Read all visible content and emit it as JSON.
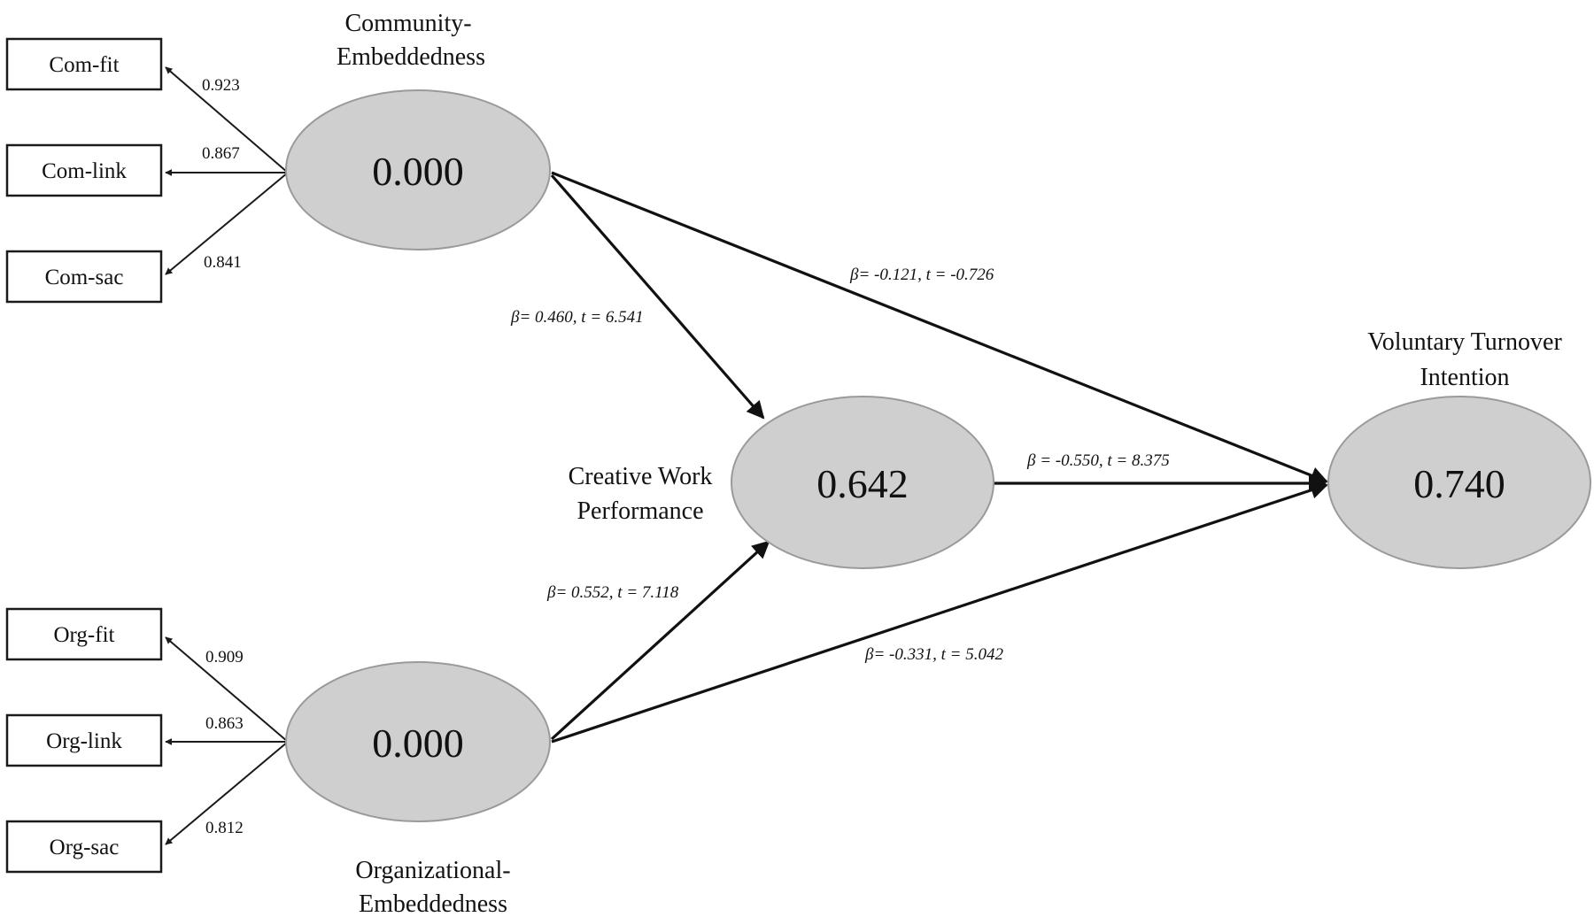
{
  "constructs": {
    "community": {
      "label_line1": "Community-",
      "label_line2": "Embeddedness",
      "value": "0.000"
    },
    "organizational": {
      "label_line1": "Organizational-",
      "label_line2": "Embeddedness",
      "value": "0.000"
    },
    "creative": {
      "label_line1": "Creative Work",
      "label_line2": "Performance",
      "value": "0.642"
    },
    "turnover": {
      "label_line1": "Voluntary Turnover",
      "label_line2": "Intention",
      "value": "0.740"
    }
  },
  "indicators": {
    "com_fit": {
      "label": "Com-fit",
      "loading": "0.923"
    },
    "com_link": {
      "label": "Com-link",
      "loading": "0.867"
    },
    "com_sac": {
      "label": "Com-sac",
      "loading": "0.841"
    },
    "org_fit": {
      "label": "Org-fit",
      "loading": "0.909"
    },
    "org_link": {
      "label": "Org-link",
      "loading": "0.863"
    },
    "org_sac": {
      "label": "Org-sac",
      "loading": "0.812"
    }
  },
  "paths": {
    "com_to_creative": "β= 0.460, t = 6.541",
    "com_to_turnover": "β= -0.121, t = -0.726",
    "creative_to_turnover": "β = -0.550, t = 8.375",
    "org_to_creative": "β= 0.552, t = 7.118",
    "org_to_turnover": "β= -0.331, t = 5.042"
  }
}
